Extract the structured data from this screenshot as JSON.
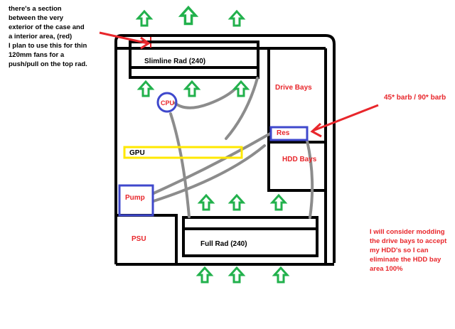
{
  "notes": {
    "top_left_lines": [
      "there's a section",
      "between the very",
      "exterior of the case and",
      "a interior area, (red)",
      "I plan to use this for thin",
      "120mm fans for a",
      "push/pull on the top rad."
    ],
    "bottom_right_lines": [
      "I will consider modding",
      "the drive bays to accept",
      "my HDD's so I can",
      "eliminate the HDD bay",
      "area 100%"
    ],
    "barb_note": "45* barb / 90* barb"
  },
  "components": {
    "slimline_rad": "Slimline Rad (240)",
    "full_rad": "Full Rad (240)",
    "drive_bays": "Drive Bays",
    "hdd_bays": "HDD Bays",
    "res": "Res",
    "cpu": "CPU",
    "gpu": "GPU",
    "pump": "Pump",
    "psu": "PSU"
  },
  "colors": {
    "case_outline": "#000000",
    "airflow_arrow": "#22b14c",
    "tubing": "#8c8c8c",
    "water_component": "#3f48cc",
    "gpu": "#ffe800",
    "annotation": "#e8262b"
  },
  "icons": {
    "airflow": "up-arrow-icon",
    "pointer": "red-arrow-icon"
  }
}
